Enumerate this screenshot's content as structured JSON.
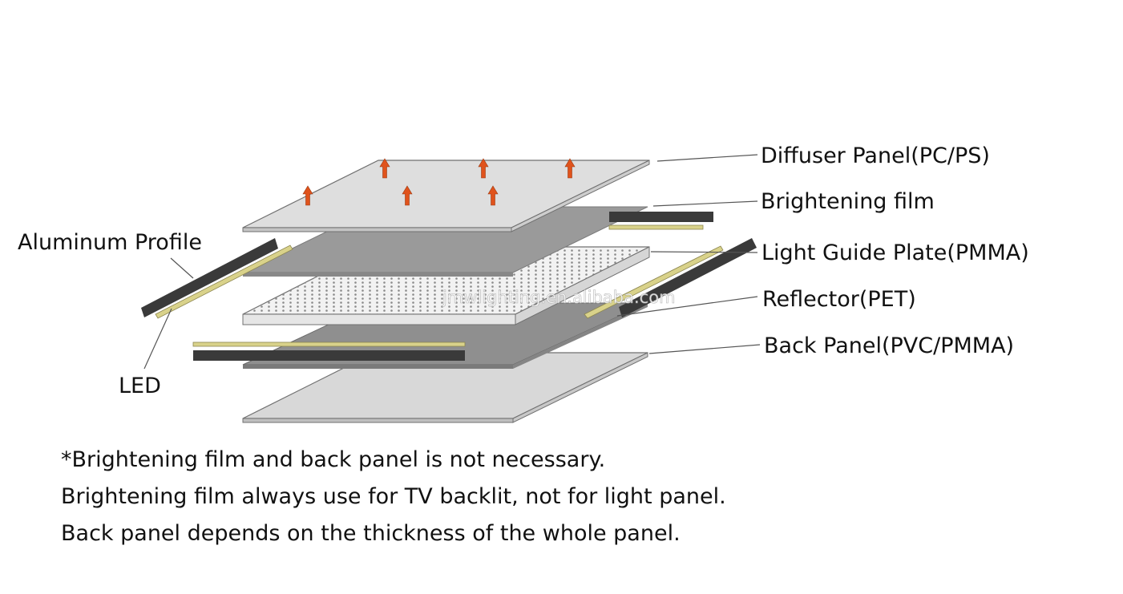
{
  "labels": {
    "diffuser": "Diffuser Panel(PC/PS)",
    "brightening": "Brightening film",
    "light_guide": "Light Guide Plate(PMMA)",
    "reflector": "Reflector(PET)",
    "back_panel": "Back Panel(PVC/PMMA)",
    "aluminum": "Aluminum Profile",
    "led": "LED"
  },
  "notes": [
    "*Brightening film and back panel is not necessary.",
    "Brightening film always use for TV backlit, not for light panel.",
    "Back panel depends on the thickness of the whole panel."
  ],
  "watermark": "jmwlighting.en.alibaba.com",
  "colors": {
    "diffuser": "#dedede",
    "brightening": "#9a9a9a",
    "light_guide": "#f2f2f2",
    "dots": "#8a8a8a",
    "reflector": "#8f8f8f",
    "back_panel": "#d8d8d8",
    "aluminum": "#3a3a3a",
    "led": "#d9d28a",
    "arrow": "#e0531c",
    "outline": "#707070"
  }
}
